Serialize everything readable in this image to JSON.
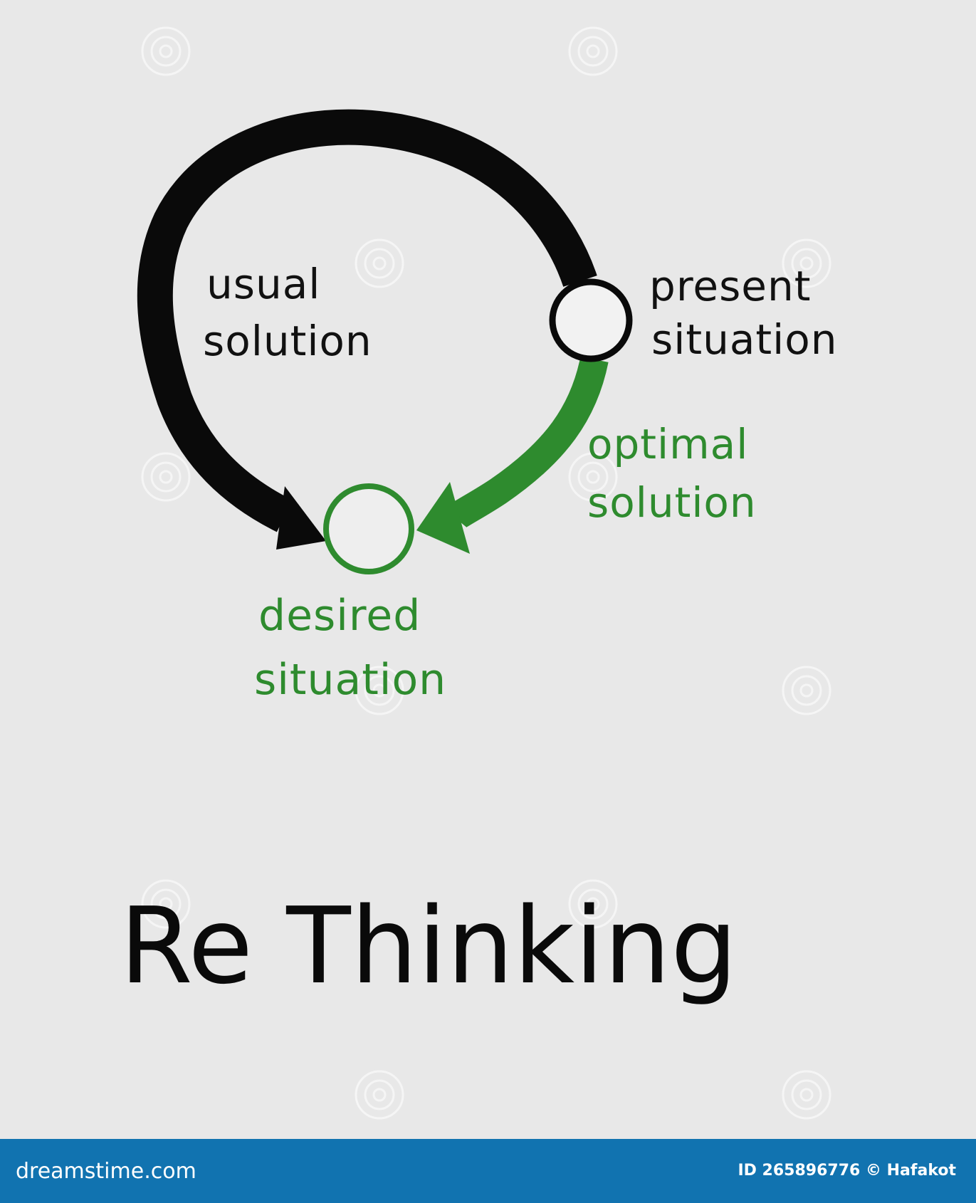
{
  "diagram": {
    "labels": {
      "usual_solution": [
        "usual",
        "solution"
      ],
      "present_situation": [
        "present",
        "situation"
      ],
      "optimal_solution": [
        "optimal",
        "solution"
      ],
      "desired_situation": [
        "desired",
        "situation"
      ]
    },
    "headline": "Re Thinking"
  },
  "colors": {
    "background": "#e8e8e8",
    "black_path": "#0a0a0a",
    "green_path": "#2e8b2e",
    "footer": "#1173b0"
  },
  "watermark": {
    "site": "dreamstime.com",
    "stock_id": "ID 265896776 © Hafakot"
  }
}
